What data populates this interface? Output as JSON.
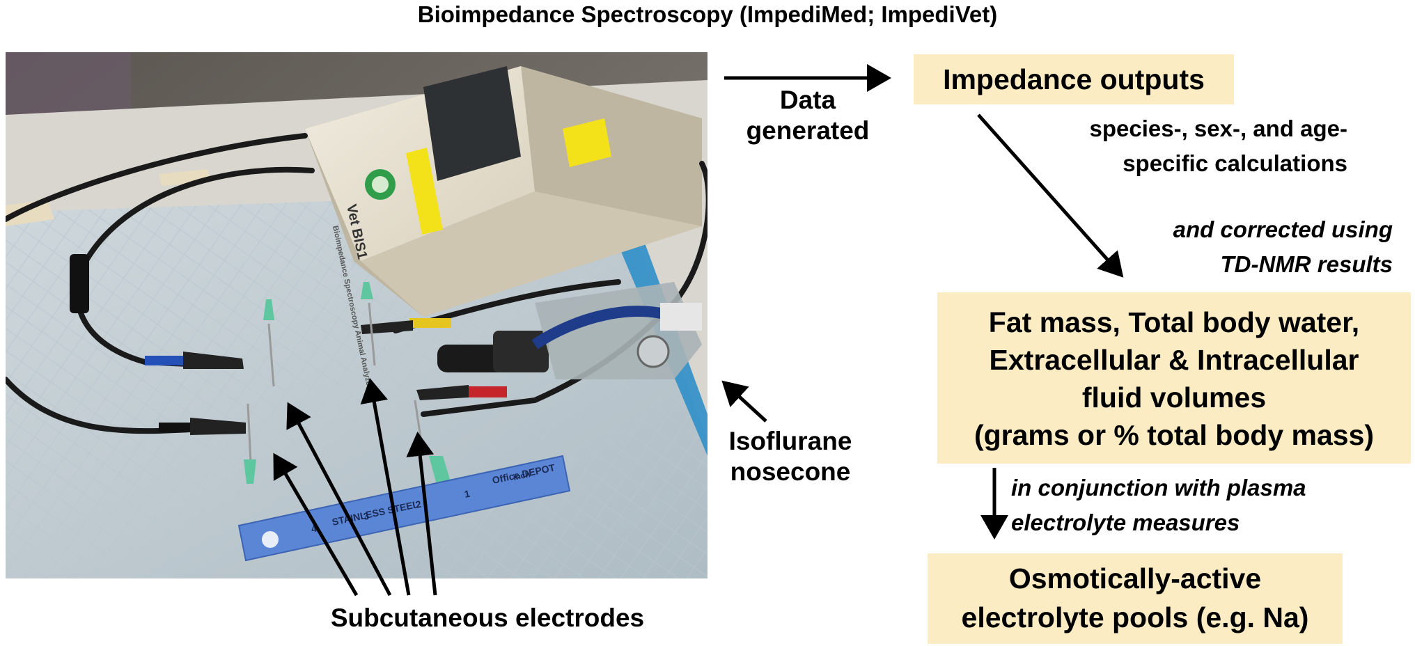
{
  "title": "Bioimpedance Spectroscopy (ImpediMed; ImpediVet)",
  "photo": {
    "device_label": "Vet BIS1",
    "device_sublabel": "Bioimpedance Spectroscopy Animal Analyzer",
    "ruler_text": "Office DEPOT",
    "ruler_sub": "STAINLESS STEEL",
    "ruler_unit": "inch",
    "ruler_numbers": [
      "1",
      "2",
      "3",
      "4"
    ]
  },
  "flow": {
    "data_generated": [
      "Data",
      "generated"
    ],
    "impedance_outputs": "Impedance outputs",
    "calc_label": [
      "species-, sex-, and age-",
      "specific calculations"
    ],
    "corrected_label": [
      "and corrected using",
      "TD-NMR results"
    ],
    "fat_box": [
      "Fat mass, Total body water,",
      "Extracellular & Intracellular",
      "fluid volumes",
      "(grams or % total body mass)"
    ],
    "conjunction_label": [
      "in conjunction with plasma",
      "electrolyte measures"
    ],
    "osm_box": [
      "Osmotically-active",
      "electrolyte pools (e.g. Na)"
    ]
  },
  "annotations": {
    "isoflurane": [
      "Isoflurane",
      "nosecone"
    ],
    "electrodes": "Subcutaneous electrodes"
  },
  "colors": {
    "box_fill": "#fcecc4",
    "arrow": "#000000"
  }
}
